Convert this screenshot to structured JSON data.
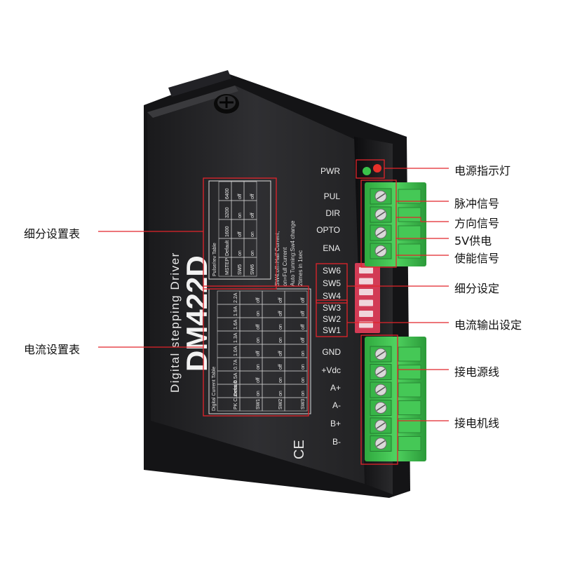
{
  "product": {
    "brand_line": "Digital stepping Driver",
    "model": "DM422D",
    "ce_mark": "CE"
  },
  "terminals": {
    "top_labels": [
      "PWR",
      "PUL",
      "DIR",
      "OPTO",
      "ENA"
    ],
    "switch_labels": [
      "SW6",
      "SW5",
      "SW4",
      "SW3",
      "SW2",
      "SW1"
    ],
    "bottom_labels": [
      "GND",
      "+Vdc",
      "A+",
      "A-",
      "B+",
      "B-"
    ]
  },
  "notes": [
    "SW4:off=Half Current;",
    "on=Full Current",
    "Auto Tunning:Sw4 change",
    "2times in 1sec"
  ],
  "pulse_table": {
    "title": "Pulse/rev Table",
    "headers": [
      "MSTEP",
      "SW5",
      "SW6"
    ],
    "rows": [
      [
        "Default",
        "on",
        "on"
      ],
      [
        "1600",
        "off",
        "on"
      ],
      [
        "3200",
        "on",
        "off"
      ],
      [
        "6400",
        "off",
        "off"
      ]
    ]
  },
  "current_table": {
    "title": "Digital Current Table",
    "headers": [
      "PK Current",
      "SW1",
      "SW2",
      "SW3"
    ],
    "rows": [
      [
        "Default",
        "on",
        "on",
        "on"
      ],
      [
        "0.5A",
        "off",
        "on",
        "on"
      ],
      [
        "0.7A",
        "on",
        "off",
        "on"
      ],
      [
        "1.0A",
        "off",
        "off",
        "on"
      ],
      [
        "1.3A",
        "on",
        "on",
        "off"
      ],
      [
        "1.6A",
        "off",
        "on",
        "off"
      ],
      [
        "1.9A",
        "on",
        "off",
        "off"
      ],
      [
        "2.2A",
        "off",
        "off",
        "off"
      ]
    ]
  },
  "callouts": {
    "power_led": "电源指示灯",
    "pulse": "脉冲信号",
    "direction": "方向信号",
    "supply_5v": "5V供电",
    "enable": "使能信号",
    "microstep_set": "细分设定",
    "current_set": "电流输出设定",
    "power_wire": "接电源线",
    "motor_wire": "接电机线",
    "microstep_table": "细分设置表",
    "current_table": "电流设置表"
  },
  "colors": {
    "body": "#2a2a2c",
    "body_edge": "#121214",
    "terminal_green": "#3fbf4f",
    "accent_red": "#e2242b",
    "led_red": "#e8302a",
    "led_green": "#3ac24a"
  }
}
